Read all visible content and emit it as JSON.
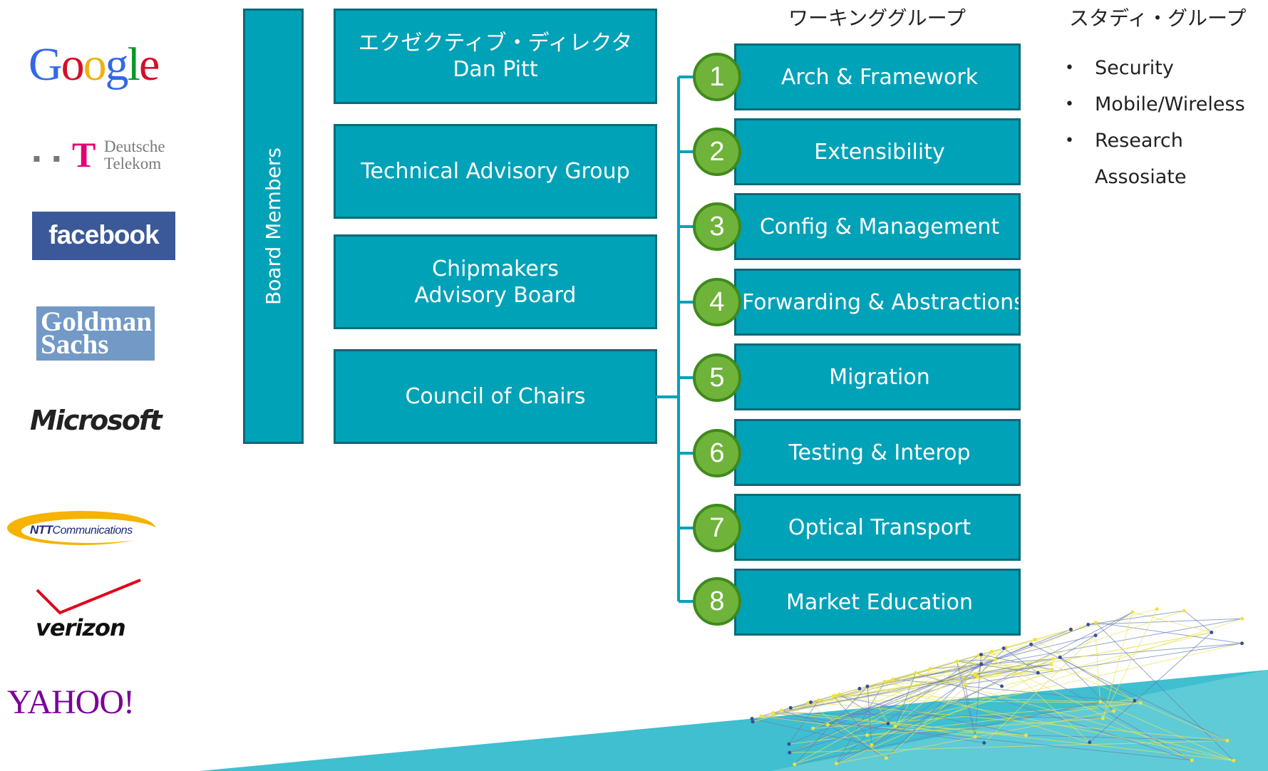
{
  "logos": {
    "google": "Google",
    "deutsche_telekom": [
      "Deutsche",
      "Telekom"
    ],
    "deutsche_telekom_mark": "T",
    "facebook": "facebook",
    "goldman_sachs": [
      "Goldman",
      "Sachs"
    ],
    "microsoft": "Microsoft",
    "ntt": {
      "bold": "NTT",
      "rest": "Communications"
    },
    "verizon": "verizon",
    "yahoo": "YAHOO!"
  },
  "board": {
    "label": "Board Members"
  },
  "org_boxes": {
    "executive": {
      "line1": "エクゼクティブ・ディレクタ",
      "line2": "Dan Pitt"
    },
    "tag": "Technical Advisory Group",
    "chipmakers": {
      "line1": "Chipmakers",
      "line2": "Advisory Board"
    },
    "council": "Council of Chairs"
  },
  "working_groups": {
    "heading": "ワーキンググループ",
    "items": [
      {
        "number": "1",
        "label": "Arch & Framework"
      },
      {
        "number": "2",
        "label": "Extensibility"
      },
      {
        "number": "3",
        "label": "Config & Management"
      },
      {
        "number": "4",
        "label": "Forwarding & Abstractions"
      },
      {
        "number": "5",
        "label": "Migration"
      },
      {
        "number": "6",
        "label": "Testing & Interop"
      },
      {
        "number": "7",
        "label": "Optical Transport"
      },
      {
        "number": "8",
        "label": "Market Education"
      }
    ]
  },
  "study_groups": {
    "heading": "スタディ・グループ",
    "bullet": "•",
    "items": [
      "Security",
      "Mobile/Wireless",
      "Research",
      "Assosiate"
    ]
  },
  "colors": {
    "box_fill": "#00a2b8",
    "box_border": "#0b6a78",
    "badge_fill": "#6fb33a",
    "badge_border": "#3f8a1c",
    "connector": "#00a2b8"
  }
}
